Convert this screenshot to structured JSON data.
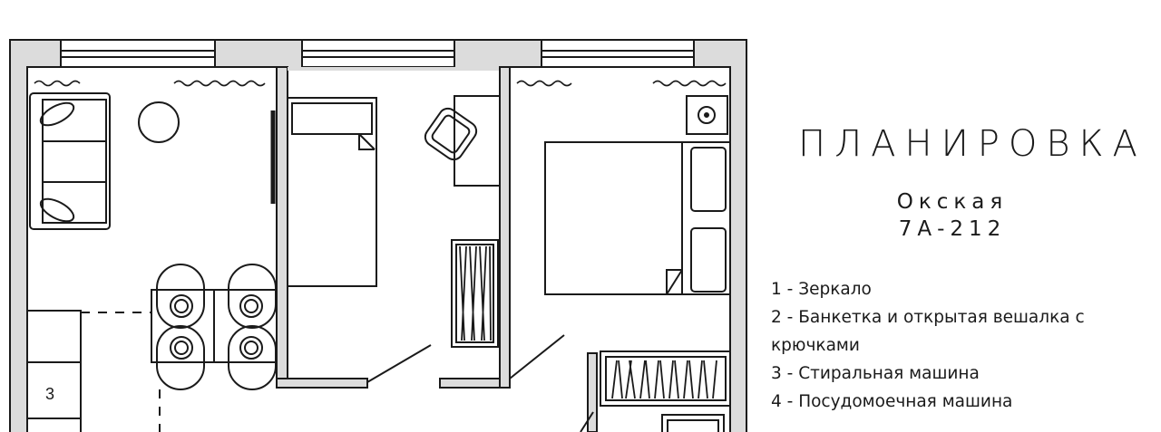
{
  "title": "ПЛАНИРОВКА",
  "address": {
    "line1": "Окская",
    "line2": "7А-212"
  },
  "legend": [
    "1 - Зеркало",
    "2 - Банкетка и открытая вешалка с крючками",
    "3 - Стиральная машина",
    "4 - Посудомоечная машина"
  ],
  "plan": {
    "marker_label": "3"
  },
  "colors": {
    "wall_fill": "#dcdcdc",
    "line": "#1a1a1a"
  }
}
